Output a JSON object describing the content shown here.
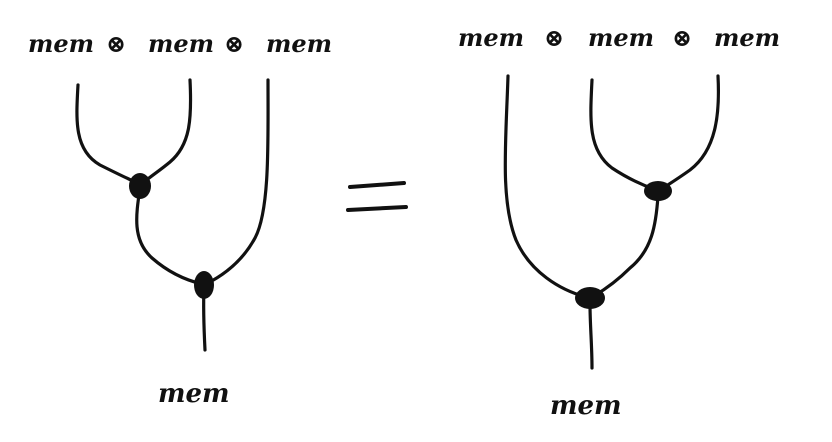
{
  "left_diagram": {
    "inputs": [
      "mem",
      "mem",
      "mem"
    ],
    "tensor_symbol": "⊗",
    "output": "mem"
  },
  "relation": "=",
  "right_diagram": {
    "inputs": [
      "mem",
      "mem",
      "mem"
    ],
    "tensor_symbol": "⊗",
    "output": "mem"
  },
  "colors": {
    "ink": "#111111",
    "paper": "#ffffff"
  }
}
